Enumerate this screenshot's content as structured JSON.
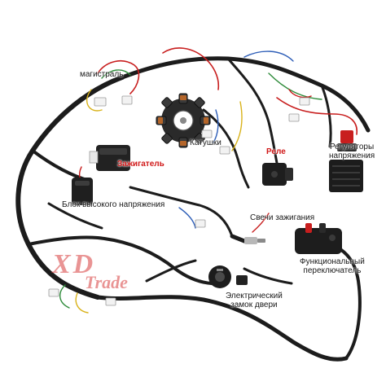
{
  "labels": {
    "magistral": "магистраль",
    "katushki": "Катушки",
    "rele": "Реле",
    "regulatory_line1": "Регуляторы",
    "regulatory_line2": "напряжения",
    "zazhigatel": "Зажигатель",
    "blok": "Блок высокого напряжения",
    "svechi": "Свечи зажигания",
    "funk_line1": "Функциональный",
    "funk_line2": "переключатель",
    "zamok_line1": "Электрический",
    "zamok_line2": "замок двери"
  },
  "watermark": {
    "line1": "XD",
    "line2": "Trade"
  },
  "colors": {
    "harness": "#1c1c1c",
    "wire_red": "#c81e1e",
    "wire_green": "#2e8b3a",
    "wire_yellow": "#d9b21a",
    "wire_blue": "#2f5fb8",
    "label_red": "#d01818",
    "watermark": "#d73c3c"
  }
}
